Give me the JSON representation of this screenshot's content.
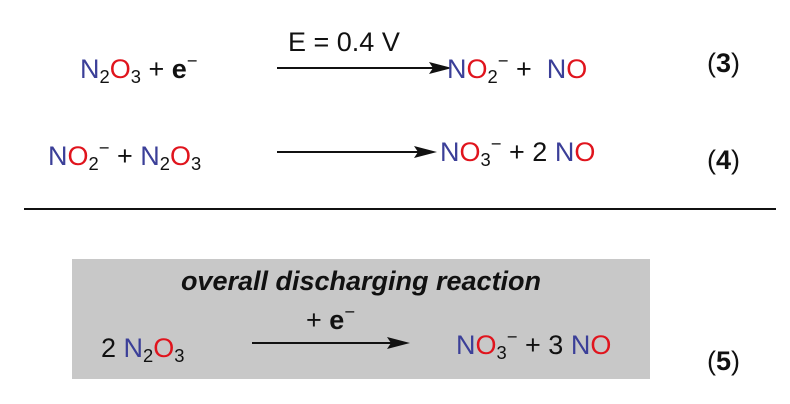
{
  "colors": {
    "nitrogen": "#3b3f98",
    "oxygen": "#e0141d",
    "text": "#111111",
    "panel": "#c8c8c8"
  },
  "eq3": {
    "condition": "E = 0.4 V",
    "r_n": "N",
    "r_sub": "2",
    "r_o": "O",
    "r_sub2": "3",
    "r_plus": "+",
    "r_e": "e",
    "r_charge": "−",
    "p1_n": "N",
    "p1_o": "O",
    "p1_sub": "2",
    "p1_charge": "−",
    "p_plus": "+",
    "p2_n": "N",
    "p2_o": "O",
    "number_open": "(",
    "number": "3",
    "number_close": ")"
  },
  "eq4": {
    "r1_n": "N",
    "r1_o": "O",
    "r1_sub": "2",
    "r1_charge": "−",
    "r_plus": "+",
    "r2_n": "N",
    "r2_sub": "2",
    "r2_o": "O",
    "r2_sub2": "3",
    "p1_n": "N",
    "p1_o": "O",
    "p1_sub": "3",
    "p1_charge": "−",
    "p_plus": "+",
    "p2_coef": "2",
    "p2_n": "N",
    "p2_o": "O",
    "number_open": "(",
    "number": "4",
    "number_close": ")"
  },
  "eq5": {
    "title": "overall discharging reaction",
    "condition_plus": "+",
    "condition_e": "e",
    "condition_charge": "−",
    "r_coef": "2",
    "r_n": "N",
    "r_sub": "2",
    "r_o": "O",
    "r_sub2": "3",
    "p1_n": "N",
    "p1_o": "O",
    "p1_sub": "3",
    "p1_charge": "−",
    "p_plus": "+",
    "p2_coef": "3",
    "p2_n": "N",
    "p2_o": "O",
    "number_open": "(",
    "number": "5",
    "number_close": ")"
  }
}
